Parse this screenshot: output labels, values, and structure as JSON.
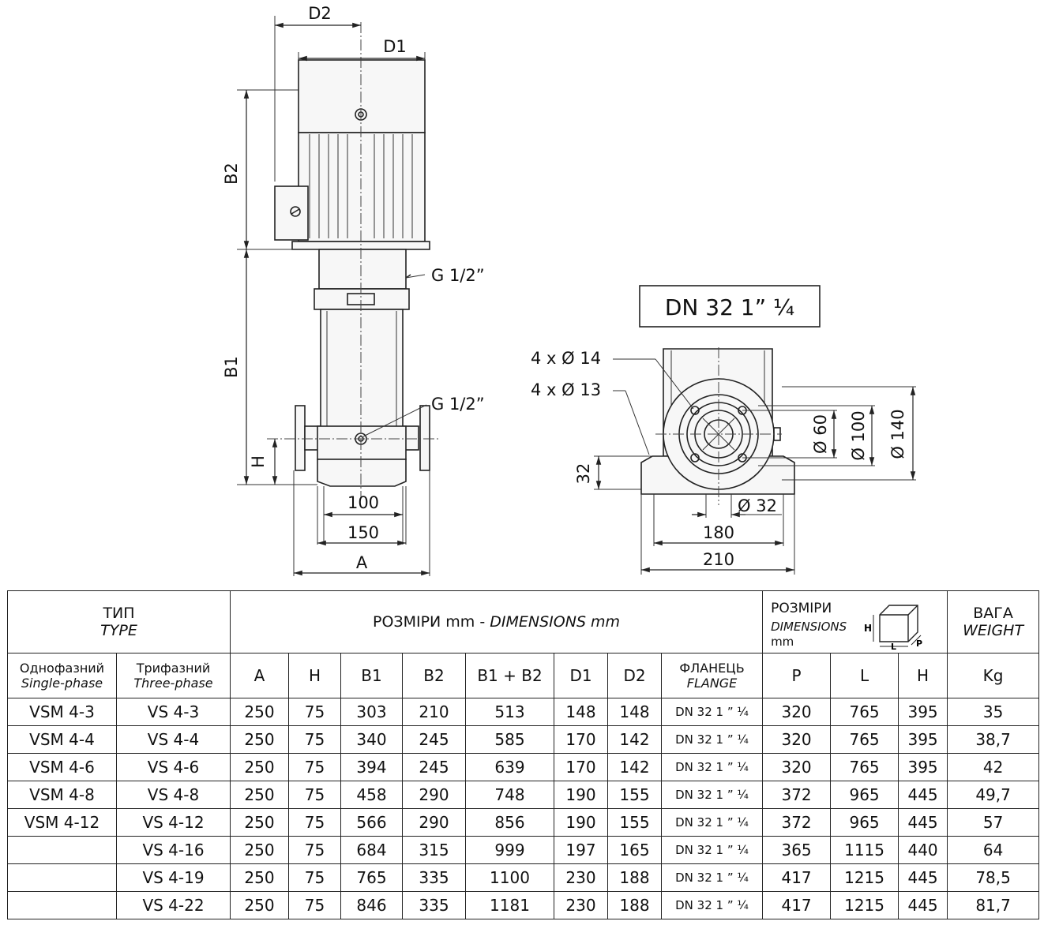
{
  "drawing": {
    "labels": {
      "d2": "D2",
      "d1": "D1",
      "b2": "B2",
      "b1": "B1",
      "h": "H",
      "g_top": "G 1/2”",
      "g_bottom": "G 1/2”",
      "w100": "100",
      "w150": "150",
      "wA": "A",
      "dn": "DN 32 1” ¼",
      "holes14": "4 x Ø 14",
      "holes13": "4 x Ø 13",
      "d60": "Ø 60",
      "d100": "Ø 100",
      "d140": "Ø 140",
      "h32": "32",
      "d32": "Ø 32",
      "w180": "180",
      "w210": "210"
    }
  },
  "table": {
    "type_label": "ТИП",
    "type_label_en": "TYPE",
    "dims_label": "РОЗМІРИ mm - ",
    "dims_label_en": "DIMENSIONS mm",
    "pack_label": "РОЗМІРИ",
    "pack_label_en": "DIMENSIONS",
    "pack_unit": "mm",
    "pack_icon_labels": {
      "h": "H",
      "l": "L",
      "p": "P"
    },
    "weight_label": "ВАГА",
    "weight_label_en": "WEIGHT",
    "col_single": "Однофазний",
    "col_single_en": "Single-phase",
    "col_three": "Трифазний",
    "col_three_en": "Three-phase",
    "col_flange": "ФЛАНЕЦЬ",
    "col_flange_en": "FLANGE",
    "columns": [
      "A",
      "H",
      "B1",
      "B2",
      "B1 + B2",
      "D1",
      "D2",
      "P",
      "L",
      "H",
      "Kg"
    ],
    "rows": [
      [
        "VSM 4-3",
        "VS 4-3",
        "250",
        "75",
        "303",
        "210",
        "513",
        "148",
        "148",
        "DN 32 1 ” ¼",
        "320",
        "765",
        "395",
        "35"
      ],
      [
        "VSM 4-4",
        "VS 4-4",
        "250",
        "75",
        "340",
        "245",
        "585",
        "170",
        "142",
        "DN 32 1 ” ¼",
        "320",
        "765",
        "395",
        "38,7"
      ],
      [
        "VSM 4-6",
        "VS 4-6",
        "250",
        "75",
        "394",
        "245",
        "639",
        "170",
        "142",
        "DN 32 1 ” ¼",
        "320",
        "765",
        "395",
        "42"
      ],
      [
        "VSM 4-8",
        "VS 4-8",
        "250",
        "75",
        "458",
        "290",
        "748",
        "190",
        "155",
        "DN 32 1 ” ¼",
        "372",
        "965",
        "445",
        "49,7"
      ],
      [
        "VSM 4-12",
        "VS 4-12",
        "250",
        "75",
        "566",
        "290",
        "856",
        "190",
        "155",
        "DN 32 1 ” ¼",
        "372",
        "965",
        "445",
        "57"
      ],
      [
        "",
        "VS 4-16",
        "250",
        "75",
        "684",
        "315",
        "999",
        "197",
        "165",
        "DN 32 1 ” ¼",
        "365",
        "1115",
        "440",
        "64"
      ],
      [
        "",
        "VS 4-19",
        "250",
        "75",
        "765",
        "335",
        "1100",
        "230",
        "188",
        "DN 32 1 ” ¼",
        "417",
        "1215",
        "445",
        "78,5"
      ],
      [
        "",
        "VS 4-22",
        "250",
        "75",
        "846",
        "335",
        "1181",
        "230",
        "188",
        "DN 32 1 ” ¼",
        "417",
        "1215",
        "445",
        "81,7"
      ]
    ]
  }
}
